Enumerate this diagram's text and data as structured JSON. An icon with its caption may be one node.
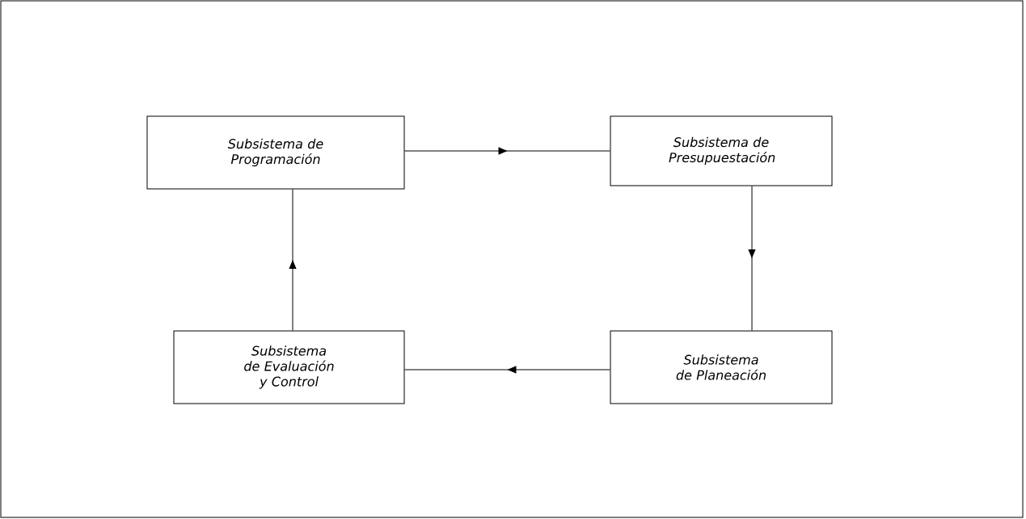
{
  "diagram": {
    "nodes": [
      {
        "text": [
          "Subsistema de Programación"
        ]
      },
      {
        "text": [
          "Subsistema de Presupuestación"
        ]
      },
      {
        "text": [
          "Subsistema de Planeación"
        ]
      },
      {
        "text": [
          "Subsistema de Evaluación y Control"
        ]
      }
    ],
    "edges": [
      {
        "from": 0,
        "to": 1,
        "arrow": "to"
      },
      {
        "from": 1,
        "to": 2,
        "arrow": "to"
      },
      {
        "from": 2,
        "to": 3,
        "arrow": "to"
      },
      {
        "from": 3,
        "to": 0,
        "arrow": "to"
      }
    ]
  }
}
